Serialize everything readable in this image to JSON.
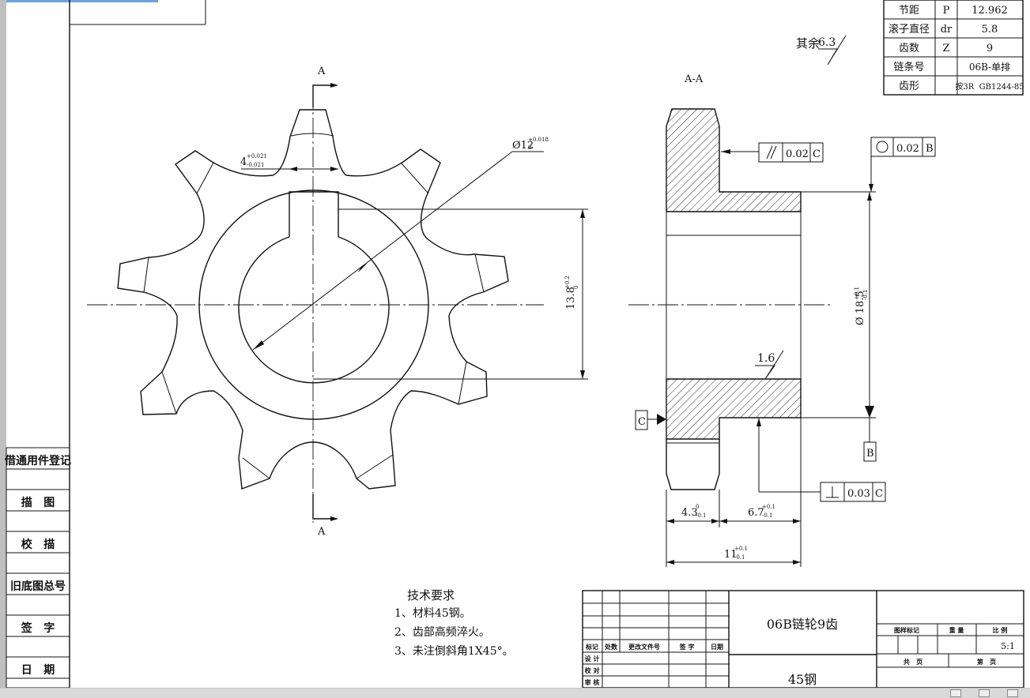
{
  "parameter_table": [
    {
      "name": "节距",
      "symbol": "P",
      "value": "12.962"
    },
    {
      "name": "滚子直径",
      "symbol": "dr",
      "value": "5.8"
    },
    {
      "name": "齿数",
      "symbol": "Z",
      "value": "9"
    },
    {
      "name": "链条号",
      "symbol": "",
      "value": "06B-单排"
    },
    {
      "name": "齿形",
      "symbol": "",
      "value": "按3R  GB1244-85"
    }
  ],
  "roughness_other": "其余",
  "roughness_other_value": "6.3",
  "section_label": "A-A",
  "cut_label": "A",
  "dims": {
    "key_width": "4",
    "key_width_tol_upper": "+0.021",
    "key_width_tol_lower": "-0.021",
    "bore_dia": "Ø12",
    "bore_tol_upper": "+0.018",
    "bore_tol_lower": "0",
    "key_depth": "13.8",
    "key_depth_tol_upper": "+0.2",
    "key_depth_tol_lower": "0",
    "hub_dia": "Ø 18.5",
    "hub_tol_upper": "+0.1",
    "hub_tol_lower": "-0.1",
    "tooth_width": "4.3",
    "tooth_width_tol_upper": "0",
    "tooth_width_tol_lower": "-0.1",
    "hub_length": "6.7",
    "hub_length_tol_upper": "+0.1",
    "hub_length_tol_lower": "-0.1",
    "total_length": "11",
    "total_length_tol_upper": "+0.1",
    "total_length_tol_lower": "-0.1",
    "bore_roughness": "1.6"
  },
  "tolerances": {
    "parallel_value": "0.02",
    "parallel_datum": "C",
    "runout_value": "0.02",
    "runout_datum": "B",
    "perp_value": "0.03",
    "perp_datum": "C",
    "datum_c": "C",
    "datum_b": "B"
  },
  "tech_requirements": {
    "title": "技术要求",
    "items": [
      "1、材料45钢。",
      "2、齿部高频淬火。",
      "3、未注倒斜角1X45°。"
    ]
  },
  "title_block": {
    "part_name": "06B链轮9齿",
    "material": "45钢",
    "scale": "5:1",
    "col_mark": "标记",
    "col_count": "处数",
    "col_doc": "更改文件号",
    "col_sign": "签 字",
    "col_date": "日期",
    "row_design": "设 计",
    "row_check": "校 对",
    "row_review": "审 核",
    "h_stage": "图样标记",
    "h_weight": "重 量",
    "h_scale": "比 例",
    "total": "共   页",
    "sheet": "第   页"
  },
  "sidebar": [
    "借通用件登记",
    "描   图",
    "校   描",
    "旧底图总号",
    "签   字",
    "日   期"
  ]
}
